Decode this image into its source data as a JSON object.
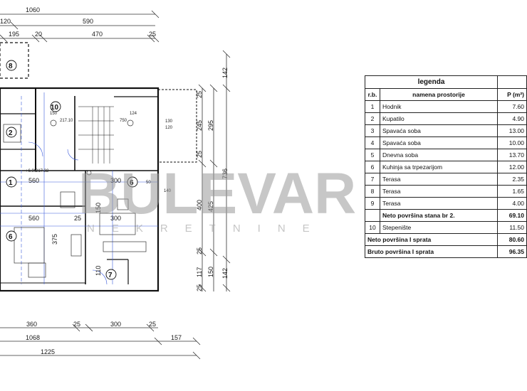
{
  "dimensions": {
    "top": [
      "1060",
      "120",
      "590",
      "195",
      "20",
      "470",
      "25"
    ],
    "inner": [
      "150",
      "124",
      "130",
      "120",
      "217.10",
      "750",
      "560",
      "300",
      "6",
      "560",
      "25",
      "300",
      "25",
      "375",
      "110",
      "150",
      "217.32",
      "+6.90"
    ],
    "right": [
      "142",
      "25",
      "245",
      "295",
      "25",
      "736",
      "400",
      "425",
      "25",
      "117",
      "150",
      "142",
      "25",
      "50",
      "140"
    ],
    "bottom": [
      "360",
      "25",
      "300",
      "25",
      "1068",
      "157",
      "1225"
    ]
  },
  "rooms": [
    "8",
    "10",
    "2",
    "1",
    "6",
    "6",
    "7"
  ],
  "watermark": {
    "brand": "BULEVAR",
    "sub": "NEKRETNINE"
  },
  "legend": {
    "title": "legenda",
    "col_rb": "r.b.",
    "col_name": "namena prostorije",
    "col_area": "P (m²)",
    "rows": [
      {
        "rb": "1",
        "name": "Hodnik",
        "area": "7.60"
      },
      {
        "rb": "2",
        "name": "Kupatilo",
        "area": "4.90"
      },
      {
        "rb": "3",
        "name": "Spavaća soba",
        "area": "13.00"
      },
      {
        "rb": "4",
        "name": "Spavaća soba",
        "area": "10.00"
      },
      {
        "rb": "5",
        "name": "Dnevna soba",
        "area": "13.70"
      },
      {
        "rb": "6",
        "name": "Kuhinja sa trpezarijom",
        "area": "12.00"
      },
      {
        "rb": "7",
        "name": "Terasa",
        "area": "2.35"
      },
      {
        "rb": "8",
        "name": "Terasa",
        "area": "1.65"
      },
      {
        "rb": "9",
        "name": "Terasa",
        "area": "4.00"
      }
    ],
    "neto_stana": {
      "label": "Neto površina stana br 2.",
      "area": "69.10"
    },
    "stair": {
      "rb": "10",
      "name": "Stepenište",
      "area": "11.50"
    },
    "neto_sprata": {
      "label": "Neto površina I sprata",
      "area": "80.60"
    },
    "bruto_sprata": {
      "label": "Bruto površina I sprata",
      "area": "96.35"
    }
  }
}
